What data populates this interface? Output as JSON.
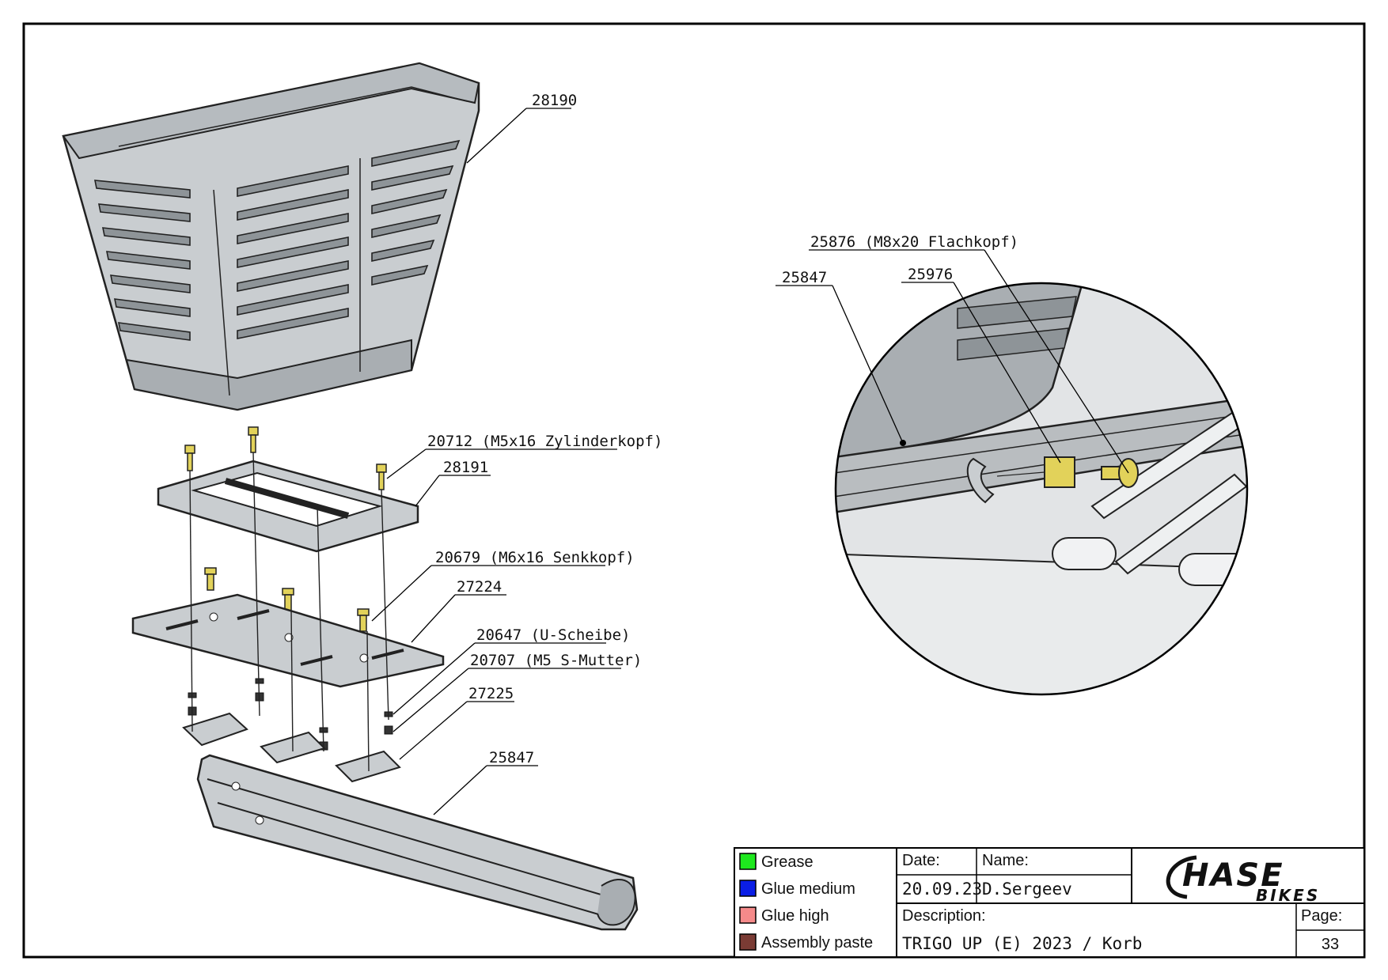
{
  "callouts": {
    "basket": "28190",
    "screw_m5": "20712 (M5x16 Zylinderkopf)",
    "frame": "28191",
    "screw_m6": "20679 (M6x16 Senkkopf)",
    "plate": "27224",
    "washer": "20647 (U-Scheibe)",
    "nut": "20707 (M5 S-Mutter)",
    "clamp": "27225",
    "rail": "25847",
    "detail_screw": "25876 (M8x20 Flachkopf)",
    "detail_rail": "25847",
    "detail_block": "25976"
  },
  "legend": [
    {
      "label": "Grease",
      "color": "#1ee81e"
    },
    {
      "label": "Glue medium",
      "color": "#0a1ee6"
    },
    {
      "label": "Glue high",
      "color": "#f58a8a"
    },
    {
      "label": "Assembly paste",
      "color": "#7a3b34"
    }
  ],
  "title_block": {
    "date_label": "Date:",
    "date_value": "20.09.23",
    "name_label": "Name:",
    "name_value": "D.Sergeev",
    "description_label": "Description:",
    "description_value": "TRIGO UP (E) 2023 / Korb",
    "page_label": "Page:",
    "page_value": "33",
    "logo_main": "HASE",
    "logo_sub": "BIKES"
  },
  "colors": {
    "part_grey": "#c9cdd0",
    "part_dark": "#9ea4a8",
    "brass": "#e2d25a"
  }
}
